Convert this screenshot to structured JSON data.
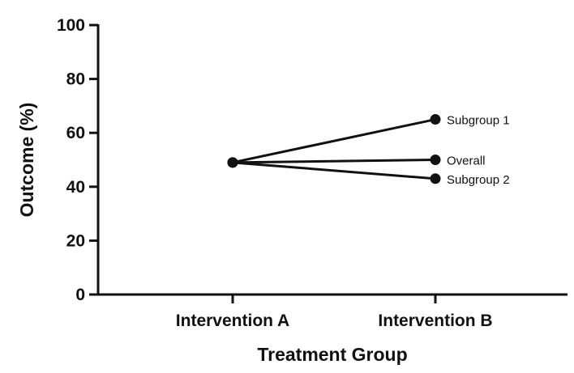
{
  "chart_data": {
    "type": "line",
    "categories": [
      "Intervention A",
      "Intervention B"
    ],
    "series": [
      {
        "name": "Subgroup 1",
        "values": [
          49,
          65
        ]
      },
      {
        "name": "Overall",
        "values": [
          49,
          50
        ]
      },
      {
        "name": "Subgroup 2",
        "values": [
          49,
          43
        ]
      }
    ],
    "title": "",
    "xlabel": "Treatment Group",
    "ylabel": "Outcome (%)",
    "ylim": [
      0,
      100
    ],
    "yticks": [
      0,
      20,
      40,
      60,
      80,
      100
    ],
    "grid": false,
    "legend": "direct-labels-right",
    "line_color": "#111111"
  }
}
